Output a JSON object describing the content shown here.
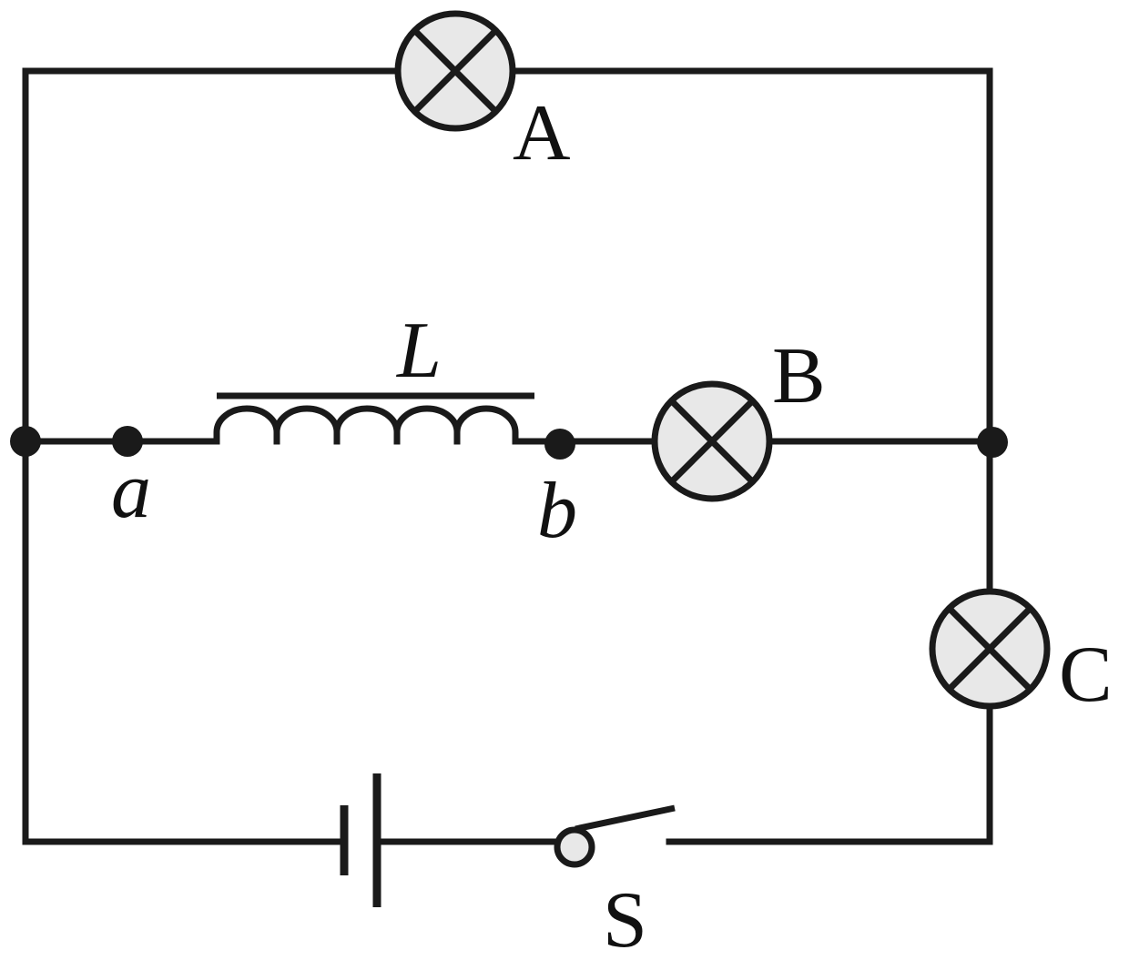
{
  "labels": {
    "lamp_a": "A",
    "lamp_b": "B",
    "lamp_c": "C",
    "inductor": "L",
    "terminal_a": "a",
    "terminal_b": "b",
    "switch": "S"
  },
  "colors": {
    "stroke": "#1a1a1a",
    "lamp_fill": "#e8e8e8",
    "switch_fill": "#e8e8e8",
    "background": "#ffffff"
  }
}
